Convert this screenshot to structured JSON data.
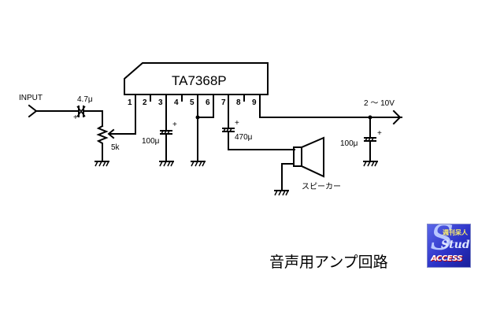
{
  "diagram": {
    "title": "音声用アンプ回路",
    "ic": {
      "part_number": "TA7368P",
      "pins": [
        "1",
        "2",
        "3",
        "4",
        "5",
        "6",
        "7",
        "8",
        "9"
      ]
    },
    "labels": {
      "input": "INPUT",
      "input_cap": "4.7μ",
      "volume": "5k",
      "pin3_cap": "100μ",
      "output_cap": "470μ",
      "supply_voltage": "2 ～ 10V",
      "supply_cap": "100μ",
      "speaker": "スピーカー",
      "plus": "+"
    },
    "logo": {
      "initial": "S",
      "jp_text": "週刊呆人",
      "line1": "Studio",
      "line2": "ACCESS",
      "bg_color": "#2c33c8"
    }
  }
}
